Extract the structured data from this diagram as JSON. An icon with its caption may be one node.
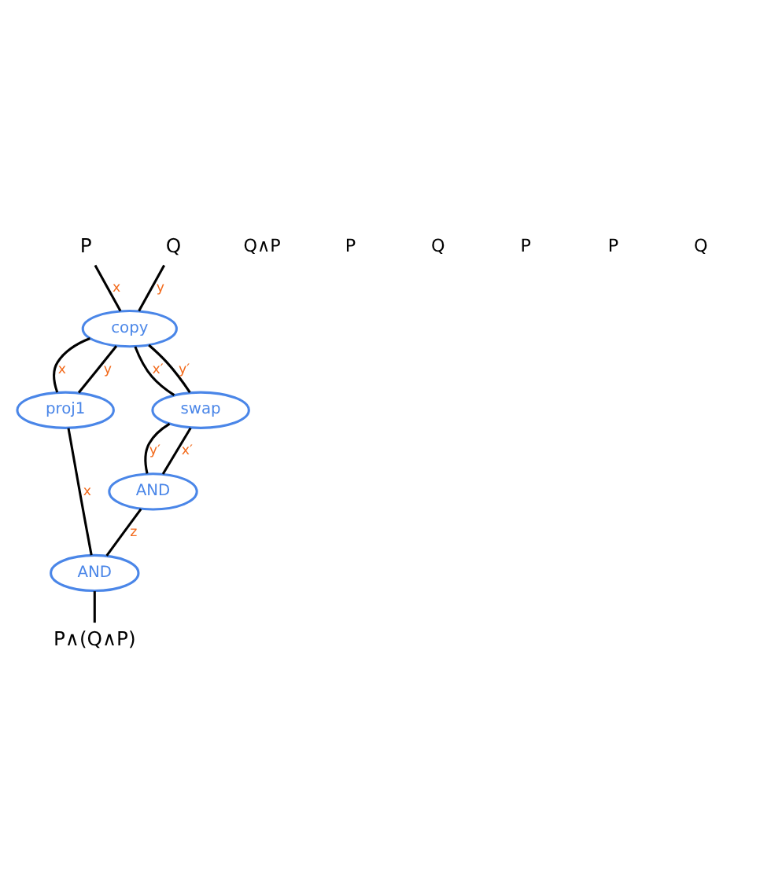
{
  "diagram": {
    "nodes": [
      {
        "text": [
          "P"
        ]
      },
      {
        "text": [
          "Q"
        ]
      },
      {
        "text": [
          "copy"
        ]
      },
      {
        "text": [
          "proj1"
        ]
      },
      {
        "text": [
          "swap"
        ]
      },
      {
        "text": [
          "AND"
        ]
      },
      {
        "text": [
          "AND"
        ]
      },
      {
        "text": [
          "P∧(Q∧P)"
        ]
      }
    ],
    "edges": [
      {
        "from": 0,
        "to": 2,
        "arrow": "none",
        "label": "x"
      },
      {
        "from": 1,
        "to": 2,
        "arrow": "none",
        "label": "y"
      },
      {
        "from": 2,
        "to": 3,
        "arrow": "none",
        "label": "x"
      },
      {
        "from": 2,
        "to": 3,
        "arrow": "none",
        "label": "y"
      },
      {
        "from": 2,
        "to": 4,
        "arrow": "none",
        "label": "x′"
      },
      {
        "from": 2,
        "to": 4,
        "arrow": "none",
        "label": "y′"
      },
      {
        "from": 4,
        "to": 5,
        "arrow": "none",
        "label": "y′"
      },
      {
        "from": 4,
        "to": 5,
        "arrow": "none",
        "label": "x′"
      },
      {
        "from": 3,
        "to": 6,
        "arrow": "none",
        "label": "x"
      },
      {
        "from": 5,
        "to": 6,
        "arrow": "none",
        "label": "z"
      },
      {
        "from": 6,
        "to": 7,
        "arrow": "none"
      }
    ],
    "labels": [
      "Q",
      "P",
      "P",
      "Q",
      "P",
      "Q∧P"
    ]
  }
}
